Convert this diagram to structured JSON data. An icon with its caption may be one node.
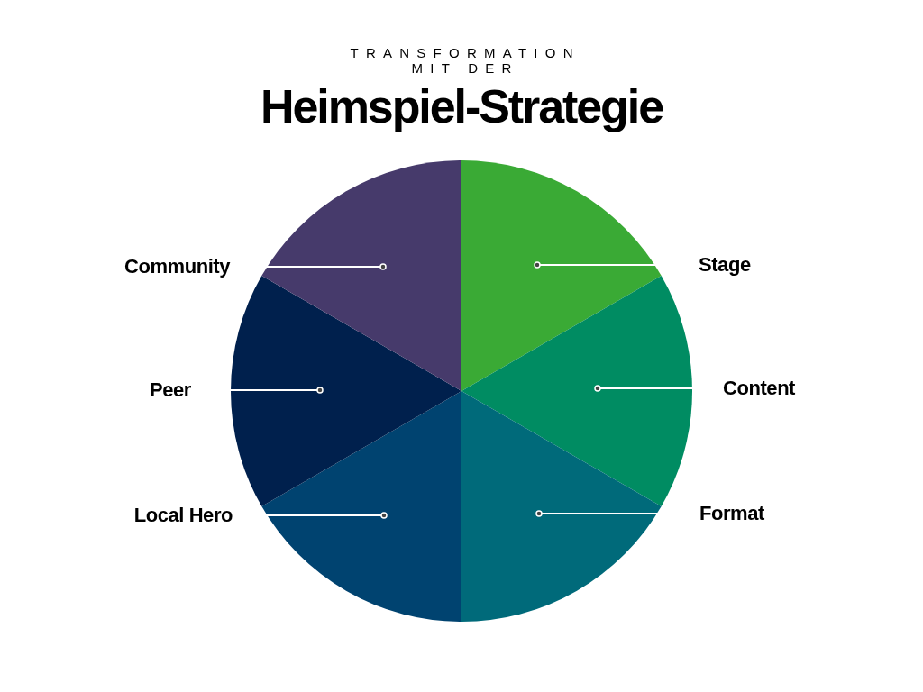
{
  "diagram": {
    "title": "Heimspiel-Strategie",
    "nodes": [
      {
        "text": [
          "Community"
        ]
      },
      {
        "text": [
          "Stage"
        ]
      },
      {
        "text": [
          "Peer"
        ]
      },
      {
        "text": [
          "Content"
        ]
      },
      {
        "text": [
          "Local Hero"
        ]
      },
      {
        "text": [
          "Format"
        ]
      },
      {
        "text": [],
        "shape": "wedge"
      },
      {
        "text": [],
        "shape": "wedge"
      },
      {
        "text": [],
        "shape": "wedge"
      },
      {
        "text": [],
        "shape": "wedge"
      },
      {
        "text": [],
        "shape": "wedge"
      },
      {
        "text": [],
        "shape": "wedge"
      }
    ],
    "edges": [
      {
        "from": 0,
        "to": 11,
        "arrow": "other"
      },
      {
        "from": 1,
        "to": 6,
        "arrow": "other"
      },
      {
        "from": 2,
        "to": 10,
        "arrow": "other"
      },
      {
        "from": 3,
        "to": 7,
        "arrow": "other"
      },
      {
        "from": 4,
        "to": 9,
        "arrow": "other"
      },
      {
        "from": 5,
        "to": 8,
        "arrow": "other"
      }
    ],
    "labels": [
      "TRANSFORMATION MIT DER"
    ]
  }
}
